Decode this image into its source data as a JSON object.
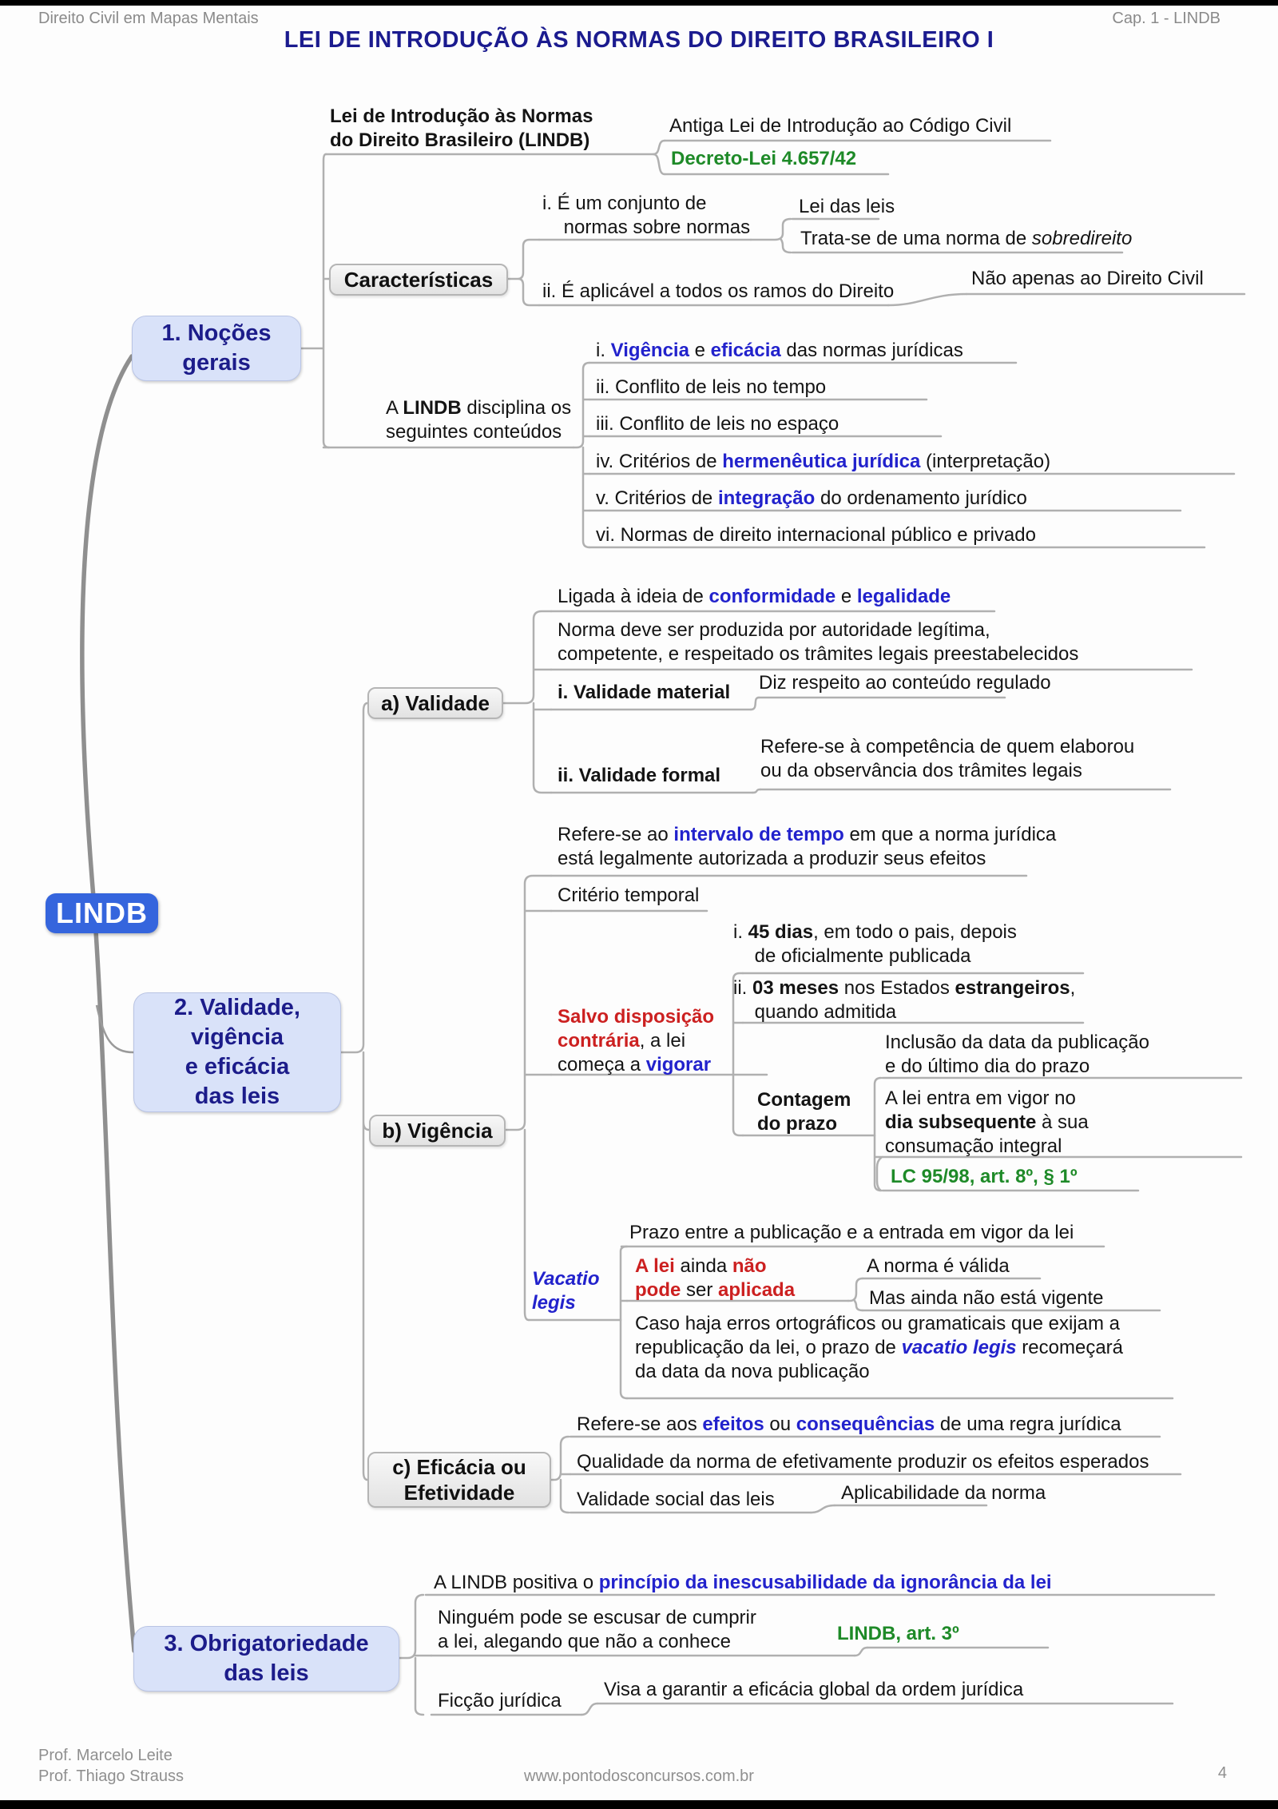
{
  "page": {
    "header_left": "Direito Civil em Mapas Mentais",
    "header_right": "Cap. 1 - LINDB",
    "title": "LEI DE INTRODUÇÃO ÀS NORMAS DO DIREITO BRASILEIRO I",
    "footer_prof1": "Prof. Marcelo Leite",
    "footer_prof2": "Prof. Thiago Strauss",
    "footer_site": "www.pontodosconcursos.com.br",
    "footer_page": "4"
  },
  "colors": {
    "title_navy": "#1b1b8f",
    "keyword_blue": "#2222cc",
    "law_ref_green": "#1e8a28",
    "warning_red": "#cc2020",
    "root_node_blue": "#3565dd",
    "main_node_fill": "#d9e2f9",
    "main_node_text": "#1c1c8a",
    "connector_gray": "#b0b0b0"
  },
  "nodes": {
    "root": "LINDB",
    "n1": "1.  Noções\ngerais",
    "n2": "2. Validade,\nvigência\ne eficácia\ndas leis",
    "n3": "3.  Obrigatoriedade\ndas leis",
    "caracteristicas": "Características",
    "validade": "a) Validade",
    "vigencia": "b) Vigência",
    "eficacia": "c) Eficácia ou\nEfetividade"
  },
  "labels": {
    "lei_intro": [
      [
        "b",
        "Lei de Introdução às Normas\ndo Direito Brasileiro (LINDB)"
      ]
    ],
    "antiga": [
      [
        "n",
        "Antiga Lei de Introdução ao Código Civil"
      ]
    ],
    "decreto": [
      [
        "kg",
        "Decreto-Lei 4.657/42"
      ]
    ],
    "item_i": [
      [
        "n",
        "i. É um conjunto de\n    normas sobre normas"
      ]
    ],
    "lei_das_leis": [
      [
        "n",
        "Lei das leis"
      ]
    ],
    "tratase": [
      [
        "n",
        "Trata-se de uma norma de "
      ],
      [
        "i",
        "sobredireito"
      ]
    ],
    "item_ii": [
      [
        "n",
        "ii. É aplicável a todos os ramos do Direito"
      ]
    ],
    "nao_apenas": [
      [
        "n",
        "Não apenas ao Direito Civil"
      ]
    ],
    "disciplina": [
      [
        "n",
        "A "
      ],
      [
        "b",
        "LINDB"
      ],
      [
        "n",
        " disciplina os\nseguintes conteúdos"
      ]
    ],
    "d1": [
      [
        "n",
        "i. "
      ],
      [
        "kb",
        "Vigência"
      ],
      [
        "n",
        " e "
      ],
      [
        "kb",
        "eficácia"
      ],
      [
        "n",
        " das normas jurídicas"
      ]
    ],
    "d2": [
      [
        "n",
        "ii. Conflito de leis no tempo"
      ]
    ],
    "d3": [
      [
        "n",
        "iii. Conflito de leis no espaço"
      ]
    ],
    "d4": [
      [
        "n",
        "iv. Critérios de "
      ],
      [
        "kb",
        "hermenêutica jurídica"
      ],
      [
        "n",
        " (interpretação)"
      ]
    ],
    "d5": [
      [
        "n",
        "v. Critérios de "
      ],
      [
        "kb",
        "integração"
      ],
      [
        "n",
        " do ordenamento jurídico"
      ]
    ],
    "d6": [
      [
        "n",
        "vi. Normas de direito internacional público e privado"
      ]
    ],
    "ligada": [
      [
        "n",
        "Ligada à ideia de "
      ],
      [
        "kb",
        "conformidade"
      ],
      [
        "n",
        " e "
      ],
      [
        "kb",
        "legalidade"
      ]
    ],
    "norma_deve": [
      [
        "n",
        "Norma deve ser produzida por autoridade legítima,\ncompetente, e respeitado os trâmites legais preestabelecidos"
      ]
    ],
    "vmat": [
      [
        "b",
        "i. Validade material"
      ]
    ],
    "diz": [
      [
        "n",
        "Diz respeito ao conteúdo regulado"
      ]
    ],
    "vform": [
      [
        "b",
        "ii. Validade formal"
      ]
    ],
    "refcomp": [
      [
        "n",
        "Refere-se à competência de quem elaborou\nou da observância dos trâmites legais"
      ]
    ],
    "refint": [
      [
        "n",
        "Refere-se ao "
      ],
      [
        "kb",
        "intervalo de tempo"
      ],
      [
        "n",
        " em que a norma jurídica\nestá legalmente autorizada a produzir seus efeitos"
      ]
    ],
    "crit": [
      [
        "n",
        "Critério temporal"
      ]
    ],
    "salvo": [
      [
        "kr",
        "Salvo disposição\ncontrária"
      ],
      [
        "n",
        ", a lei\ncomeça a "
      ],
      [
        "kb",
        "vigorar"
      ]
    ],
    "v45": [
      [
        "n",
        "i. "
      ],
      [
        "b",
        "45 dias"
      ],
      [
        "n",
        ", em todo o pais, depois\n    de oficialmente publicada"
      ]
    ],
    "v03": [
      [
        "n",
        "ii. "
      ],
      [
        "b",
        "03 meses"
      ],
      [
        "n",
        " nos Estados "
      ],
      [
        "b",
        "estrangeiros"
      ],
      [
        "n",
        ",\n    quando admitida"
      ]
    ],
    "incl": [
      [
        "n",
        "Inclusão da data da publicação\ne do último dia do prazo"
      ]
    ],
    "contagem": [
      [
        "b",
        "Contagem\ndo prazo"
      ]
    ],
    "aleientra": [
      [
        "n",
        "A lei entra em vigor no\n"
      ],
      [
        "b",
        "dia subsequente"
      ],
      [
        "n",
        " à sua\nconsumação integral"
      ]
    ],
    "lc": [
      [
        "kg",
        "LC 95/98, art. 8º, § 1º"
      ]
    ],
    "prazo_entre": [
      [
        "n",
        "Prazo entre a publicação e a entrada em vigor da lei"
      ]
    ],
    "vacatio": [
      [
        "ib",
        "Vacatio\nlegis"
      ]
    ],
    "alei": [
      [
        "kr",
        "A lei"
      ],
      [
        "n",
        " ainda "
      ],
      [
        "kr",
        "não\npode"
      ],
      [
        "n",
        " ser "
      ],
      [
        "kr",
        "aplicada"
      ]
    ],
    "anorma": [
      [
        "n",
        "A norma é válida"
      ]
    ],
    "masainda": [
      [
        "n",
        "Mas ainda não está vigente"
      ]
    ],
    "caso": [
      [
        "n",
        "Caso haja erros ortográficos ou gramaticais que exijam a\nrepublicação da lei, o prazo de "
      ],
      [
        "ib",
        "vacatio legis"
      ],
      [
        "n",
        " recomeçará\nda data da nova publicação"
      ]
    ],
    "refefeitos": [
      [
        "n",
        "Refere-se aos "
      ],
      [
        "kb",
        "efeitos"
      ],
      [
        "n",
        " ou "
      ],
      [
        "kb",
        "consequências"
      ],
      [
        "n",
        " de uma regra jurídica"
      ]
    ],
    "qualidade": [
      [
        "n",
        "Qualidade da norma de efetivamente produzir os efeitos esperados"
      ]
    ],
    "valsocial": [
      [
        "n",
        "Validade social das leis"
      ]
    ],
    "aplicab": [
      [
        "n",
        "Aplicabilidade da norma"
      ]
    ],
    "positiva": [
      [
        "n",
        "A LINDB positiva o "
      ],
      [
        "kb",
        "princípio da inescusabilidade da ignorância da lei"
      ]
    ],
    "ninguem": [
      [
        "n",
        "Ninguém pode se escusar de cumprir\na lei, alegando que não a conhece"
      ]
    ],
    "lindb3": [
      [
        "kg",
        "LINDB, art. 3º"
      ]
    ],
    "ficcao": [
      [
        "n",
        "Ficção jurídica"
      ]
    ],
    "visa": [
      [
        "n",
        "Visa a garantir a eficácia global da ordem jurídica"
      ]
    ]
  }
}
